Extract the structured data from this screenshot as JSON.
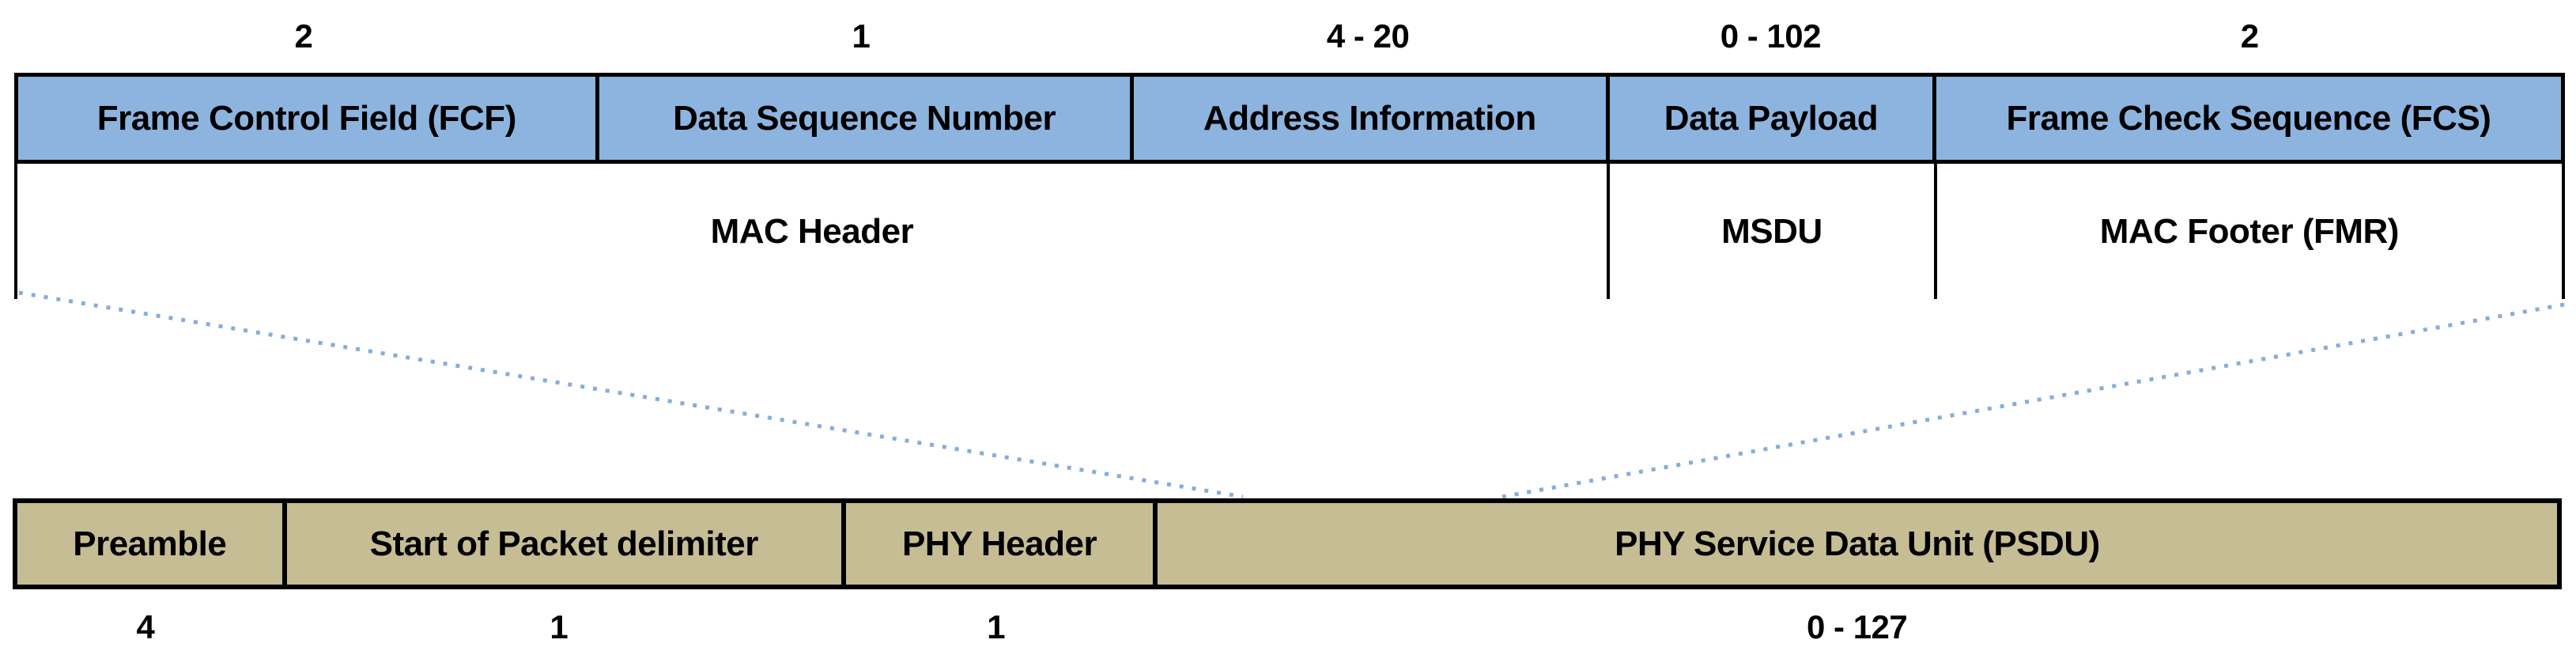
{
  "colors": {
    "mac_fill": "#8DB4DF",
    "phy_fill": "#C6BD95",
    "border": "#000000",
    "dotted_connector": "#7AA5D6",
    "text": "#000000",
    "background": "#FFFFFF"
  },
  "mac_frame": {
    "fields": [
      {
        "label": "Frame Control Field (FCF)",
        "bytes": "2"
      },
      {
        "label": "Data Sequence Number",
        "bytes": "1"
      },
      {
        "label": "Address Information",
        "bytes": "4 - 20"
      },
      {
        "label": "Data Payload",
        "bytes": "0 - 102"
      },
      {
        "label": "Frame Check Sequence (FCS)",
        "bytes": "2"
      }
    ],
    "groups": [
      {
        "label": "MAC Header"
      },
      {
        "label": "MSDU"
      },
      {
        "label": "MAC Footer (FMR)"
      }
    ]
  },
  "phy_frame": {
    "fields": [
      {
        "label": "Preamble",
        "bytes": "4"
      },
      {
        "label": "Start of Packet delimiter",
        "bytes": "1"
      },
      {
        "label": "PHY Header",
        "bytes": "1"
      },
      {
        "label": "PHY Service Data Unit (PSDU)",
        "bytes": "0 - 127"
      }
    ]
  }
}
